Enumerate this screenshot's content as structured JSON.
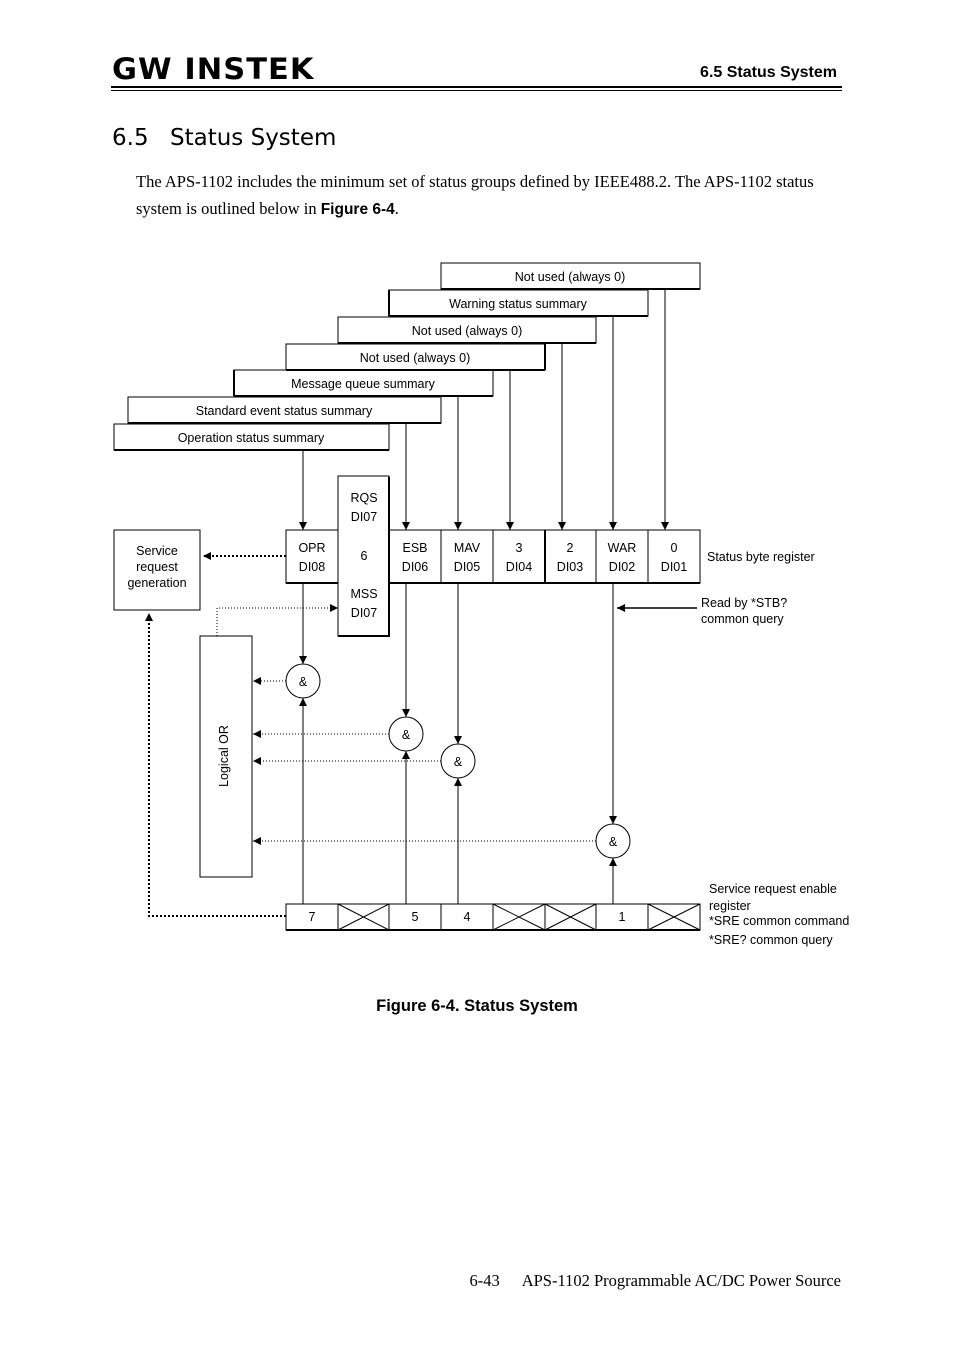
{
  "header": {
    "logo_text": "GW INSTEK",
    "section_title": "6.5 Status System"
  },
  "section": {
    "number": "6.5",
    "title": "Status System"
  },
  "intro": {
    "text_before": "The APS-1102 includes the minimum set of status groups defined by IEEE488.2.  The APS-1102 status system is outlined below in ",
    "figure_ref": "Figure 6-4",
    "text_after": "."
  },
  "diagram": {
    "summary_labels": [
      "Not used (always 0)",
      "Warning status summary",
      "Not used (always 0)",
      "Not used (always 0)",
      "Message queue summary",
      "Standard event status summary",
      "Operation status summary"
    ],
    "status_byte_cells": [
      {
        "name": "OPR",
        "bit": "DI08"
      },
      {
        "name": "ESB",
        "bit": "DI06"
      },
      {
        "name": "MAV",
        "bit": "DI05"
      },
      {
        "name": "3",
        "bit": "DI04"
      },
      {
        "name": "2",
        "bit": "DI03"
      },
      {
        "name": "WAR",
        "bit": "DI02"
      },
      {
        "name": "0",
        "bit": "DI01"
      }
    ],
    "rqs_box": {
      "top_name": "RQS",
      "top_bit": "DI07",
      "middle": "6",
      "bottom_name": "MSS",
      "bottom_bit": "DI07"
    },
    "status_byte_register_label": "Status byte register",
    "read_by_label_line1": "Read by *STB?",
    "read_by_label_line2": "common query",
    "service_request_box": [
      "Service",
      "request",
      "generation"
    ],
    "logical_or_label": "Logical OR",
    "and_gate_symbol": "&",
    "sre_cells": [
      "7",
      "",
      "5",
      "4",
      "",
      "",
      "1",
      ""
    ],
    "sre_labels": [
      "Service request enable",
      "register",
      "*SRE common command",
      "*SRE? common query"
    ]
  },
  "caption": "Figure 6-4.  Status System",
  "footer": {
    "page": "6-43",
    "product": "APS-1102 Programmable AC/DC Power Source"
  }
}
